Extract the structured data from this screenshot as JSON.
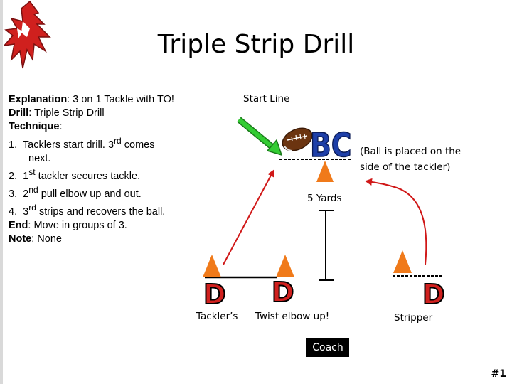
{
  "title": "Triple Strip Drill",
  "explanation": {
    "explanation_label": "Explanation",
    "explanation_text": ": 3 on 1 Tackle with TO!",
    "drill_label": "Drill",
    "drill_text": ": Triple Strip Drill",
    "technique_label": "Technique",
    "technique_colon": ":",
    "steps": [
      {
        "num": "1.",
        "pre": "Tacklers start drill.  3",
        "sup": "rd",
        "post": " comes",
        "cont": "next."
      },
      {
        "num": "2.",
        "pre": "1",
        "sup": "st",
        "post": " tackler secures tackle."
      },
      {
        "num": "3.",
        "pre": "2",
        "sup": "nd",
        "post": " pull elbow up and out."
      },
      {
        "num": "4.",
        "pre": "3",
        "sup": "rd",
        "post": " strips and recovers the ball."
      }
    ],
    "end_label": "End",
    "end_text": ": Move in groups of 3.",
    "note_label": "Note",
    "note_text": ": None"
  },
  "diagram": {
    "start_line": "Start Line",
    "ball_note_line1": "(Ball is placed on the",
    "ball_note_line2": "side of the tackler)",
    "five_yards": "5 Yards",
    "ball_carrier": "BC",
    "defender_letter": "D",
    "tackler_label": "Tackler’s",
    "twist_label": "Twist elbow up!",
    "stripper_label": "Stripper",
    "coach": "Coach",
    "colors": {
      "cone": "#f07a1a",
      "bc_blue": "#1e3fa8",
      "d_red": "#d0201e",
      "green_arrow": "#33cc33",
      "red_arrow": "#d01818"
    }
  },
  "slide_number": "#1"
}
